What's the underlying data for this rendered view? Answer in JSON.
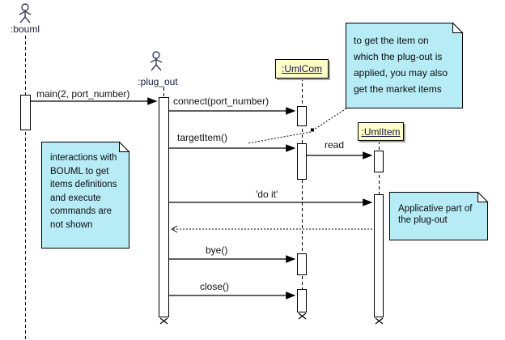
{
  "actors": {
    "bouml": {
      "label": ":bouml"
    },
    "plug_out": {
      "label": ":plug_out"
    }
  },
  "objects": {
    "umlcom": {
      "label": ":UmlCom"
    },
    "umlitem": {
      "label": ":UmlItem"
    }
  },
  "messages": {
    "main": {
      "label": "main(2, port_number)"
    },
    "connect": {
      "label": "connect(port_number)"
    },
    "target_item": {
      "label": "targetItem()"
    },
    "read": {
      "label": "read"
    },
    "do_it": {
      "label": "'do it'"
    },
    "bye": {
      "label": "bye()"
    },
    "close": {
      "label": "close()"
    }
  },
  "notes": {
    "get_item": {
      "text": "to get the item on\nwhich the plug-out is\napplied, you may also\nget the market items"
    },
    "interactions": {
      "text": "interactions with\nBOUML to get\nitems definitions\nand execute\ncommands are\nnot shown"
    },
    "applicative": {
      "text": "Applicative part of\nthe plug-out"
    }
  },
  "colors": {
    "note_fill": "#b7ecf7",
    "object_fill": "#fdfdc9",
    "object_shadow": "#a8a89e",
    "line": "#000000",
    "name_text": "#14143c"
  }
}
